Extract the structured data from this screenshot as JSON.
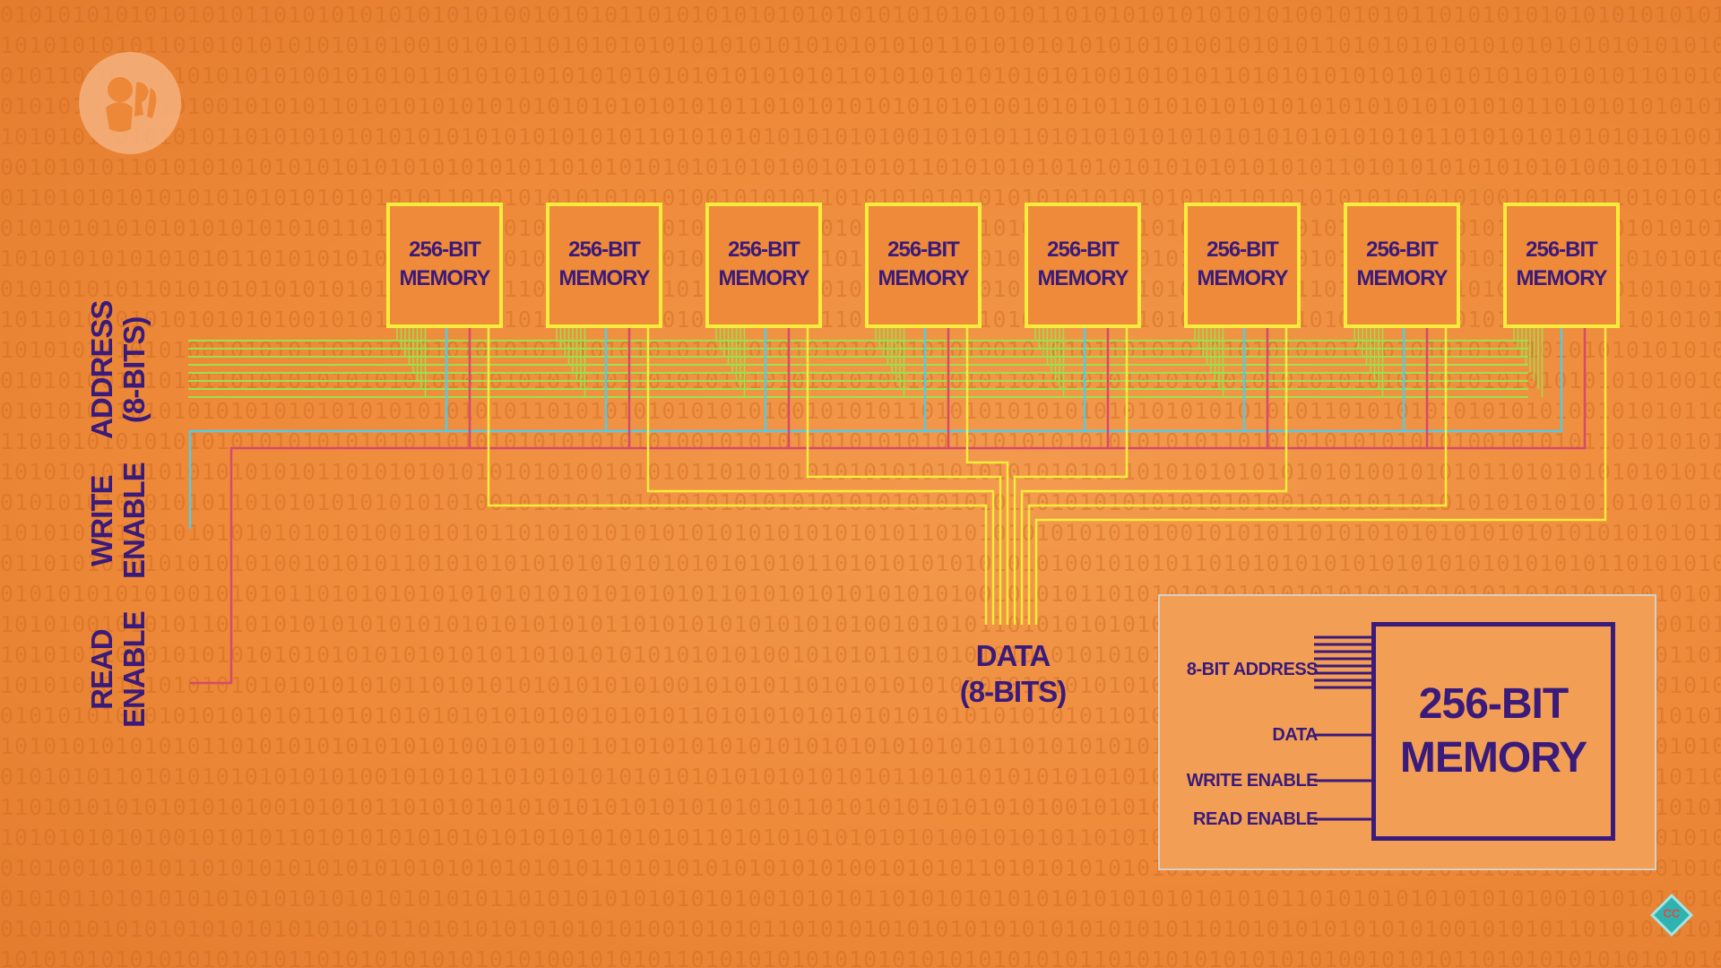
{
  "background_digits": "0101010101010101011010101010101010100101010110101010101",
  "memory_modules": [
    {
      "line1": "256-BIT",
      "line2": "MEMORY"
    },
    {
      "line1": "256-BIT",
      "line2": "MEMORY"
    },
    {
      "line1": "256-BIT",
      "line2": "MEMORY"
    },
    {
      "line1": "256-BIT",
      "line2": "MEMORY"
    },
    {
      "line1": "256-BIT",
      "line2": "MEMORY"
    },
    {
      "line1": "256-BIT",
      "line2": "MEMORY"
    },
    {
      "line1": "256-BIT",
      "line2": "MEMORY"
    },
    {
      "line1": "256-BIT",
      "line2": "MEMORY"
    }
  ],
  "labels": {
    "address": {
      "line1": "ADDRESS",
      "line2": "(8-BITS)"
    },
    "write_enable": {
      "line1": "WRITE",
      "line2": "ENABLE"
    },
    "read_enable": {
      "line1": "READ",
      "line2": "ENABLE"
    },
    "data": {
      "line1": "DATA",
      "line2": "(8-BITS)"
    }
  },
  "legend": {
    "address": "8-BIT ADDRESS",
    "data": "DATA",
    "write_enable": "WRITE ENABLE",
    "read_enable": "READ ENABLE",
    "box_line1": "256-BIT",
    "box_line2": "MEMORY"
  },
  "badge": "CC",
  "colors": {
    "module_border": "#f6ec3c",
    "text": "#3a1a7a",
    "address_wire": "#9be24a",
    "write_enable_wire": "#58c9e0",
    "read_enable_wire": "#d64a6a",
    "data_wire": "#f6ec3c"
  },
  "icons": {
    "logo": "pbs-logo-icon",
    "badge": "crash-course-badge-icon"
  }
}
